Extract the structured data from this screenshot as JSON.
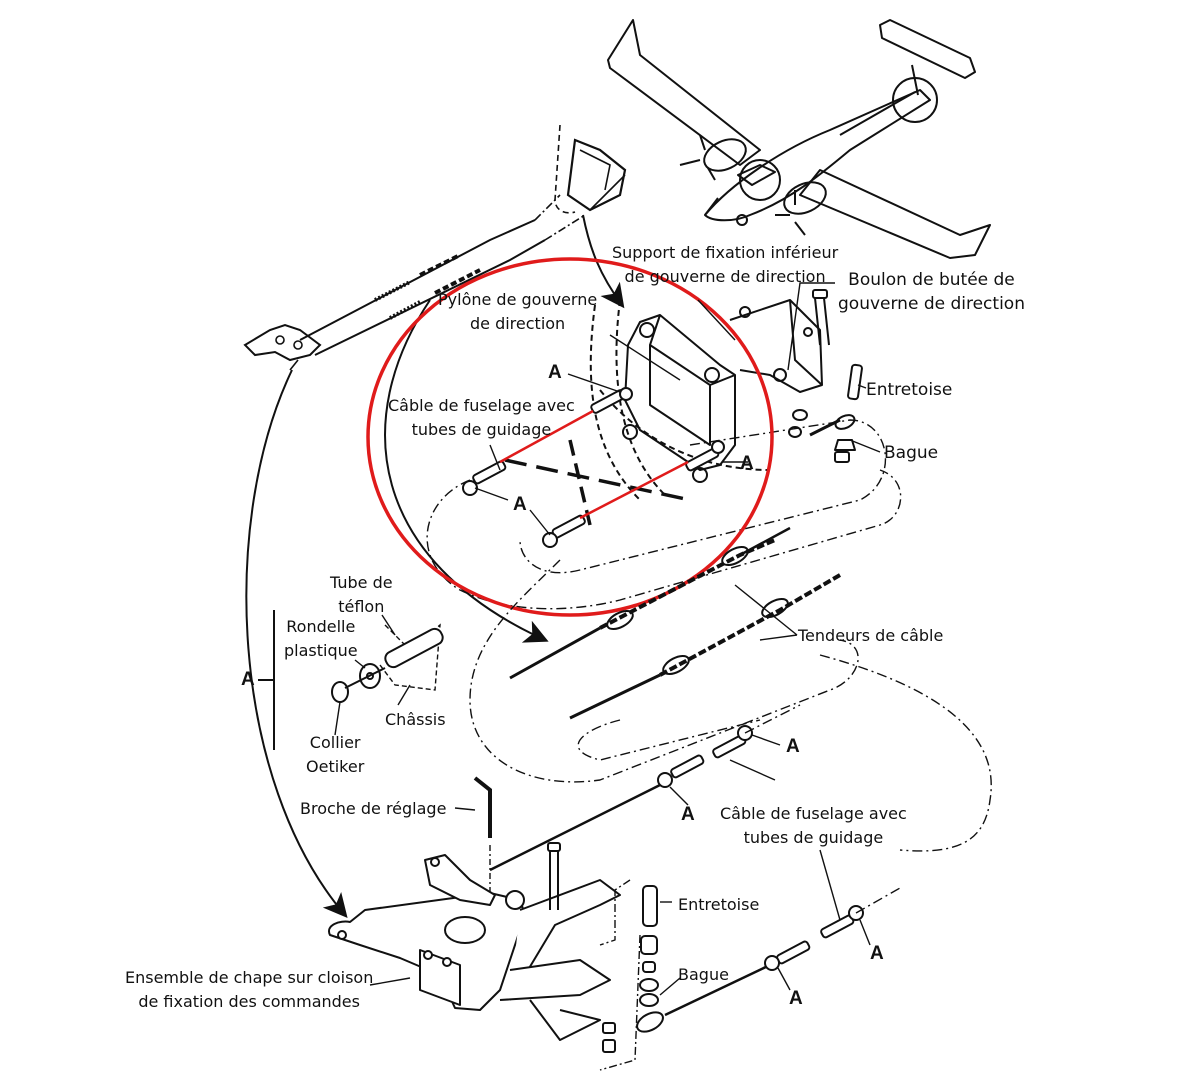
{
  "diagram": {
    "title": "Rudder control cable system exploded view",
    "highlight_color": "#e01b1b",
    "line_color": "#111111",
    "labels": {
      "support_fixation": [
        "Support de fixation inférieur",
        "de gouverne de direction"
      ],
      "boulon_butee": [
        "Boulon de butée de",
        "gouverne de direction"
      ],
      "pylone": [
        "Pylône de gouverne",
        "de direction"
      ],
      "cable_fuselage_top": [
        "Câble de fuselage avec",
        "tubes de guidage"
      ],
      "entretoise_top": "Entretoise",
      "bague_top": "Bague",
      "tube_teflon": [
        "Tube de",
        "téflon"
      ],
      "rondelle": [
        "Rondelle",
        "plastique"
      ],
      "chassis": "Châssis",
      "collier": [
        "Collier",
        "Oetiker"
      ],
      "tendeurs": "Tendeurs de câble",
      "cable_fuselage_bottom": [
        "Câble de fuselage avec",
        "tubes de guidage"
      ],
      "broche": "Broche de réglage",
      "entretoise_bottom": "Entretoise",
      "bague_bottom": "Bague",
      "ensemble_chape": [
        "Ensemble de chape sur cloison",
        "de fixation des commandes"
      ]
    },
    "callout_letter": "A",
    "detail_group_label": "A"
  }
}
